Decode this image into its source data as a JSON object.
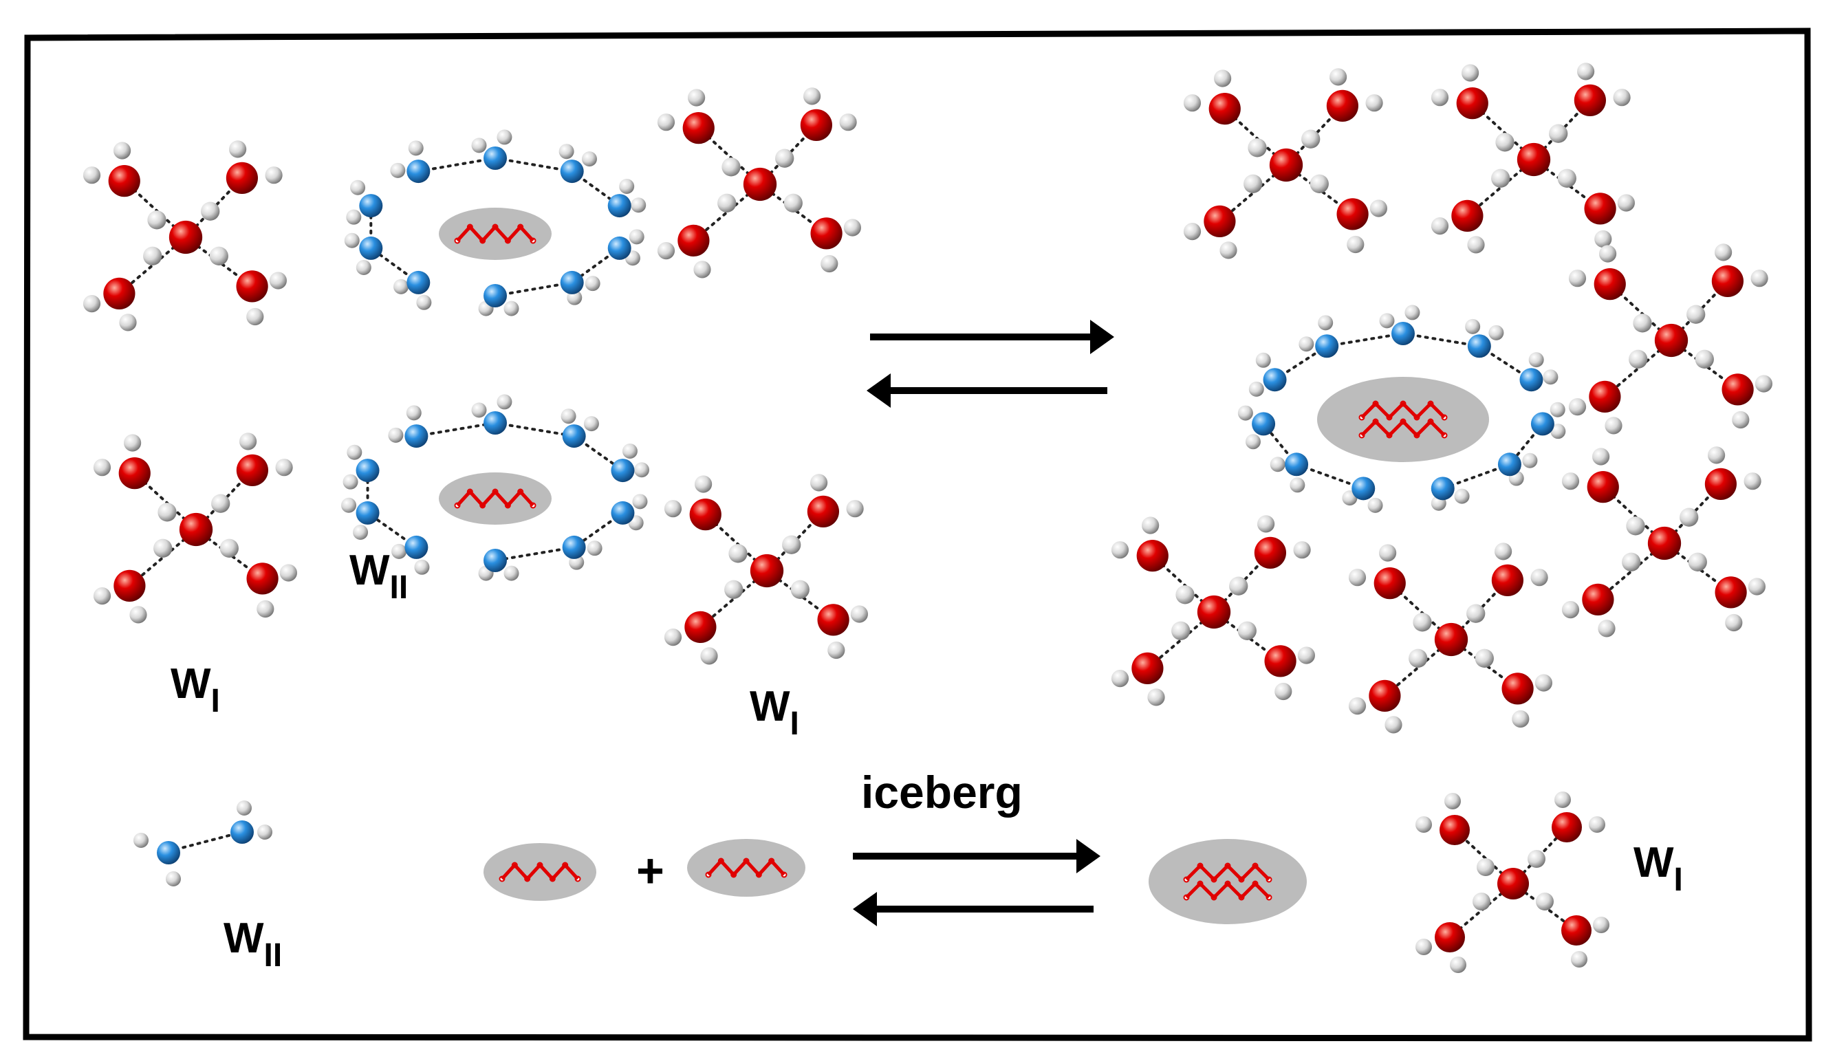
{
  "colors": {
    "oxygen_wi": "#e00000",
    "oxygen_wii": "#2a8fe0",
    "hydrogen": "#d8d8d8",
    "hydrophobic_cavity": "#bcbcbc",
    "alkyl_chain": "#e00000",
    "border": "#000000"
  },
  "labels": {
    "w_letter": "W",
    "sub_i": "I",
    "sub_ii": "II",
    "plus": "+",
    "iceberg": "iceberg"
  },
  "icons": {
    "water_tetramer": "tetrahedral-water-cluster-icon",
    "water_pair": "water-dimer-icon",
    "ring_cluster": "clathrate-ring-icon",
    "solute": "hydrophobic-solute-icon",
    "forward_arrow": "arrow-right-icon",
    "reverse_arrow": "arrow-left-icon"
  }
}
